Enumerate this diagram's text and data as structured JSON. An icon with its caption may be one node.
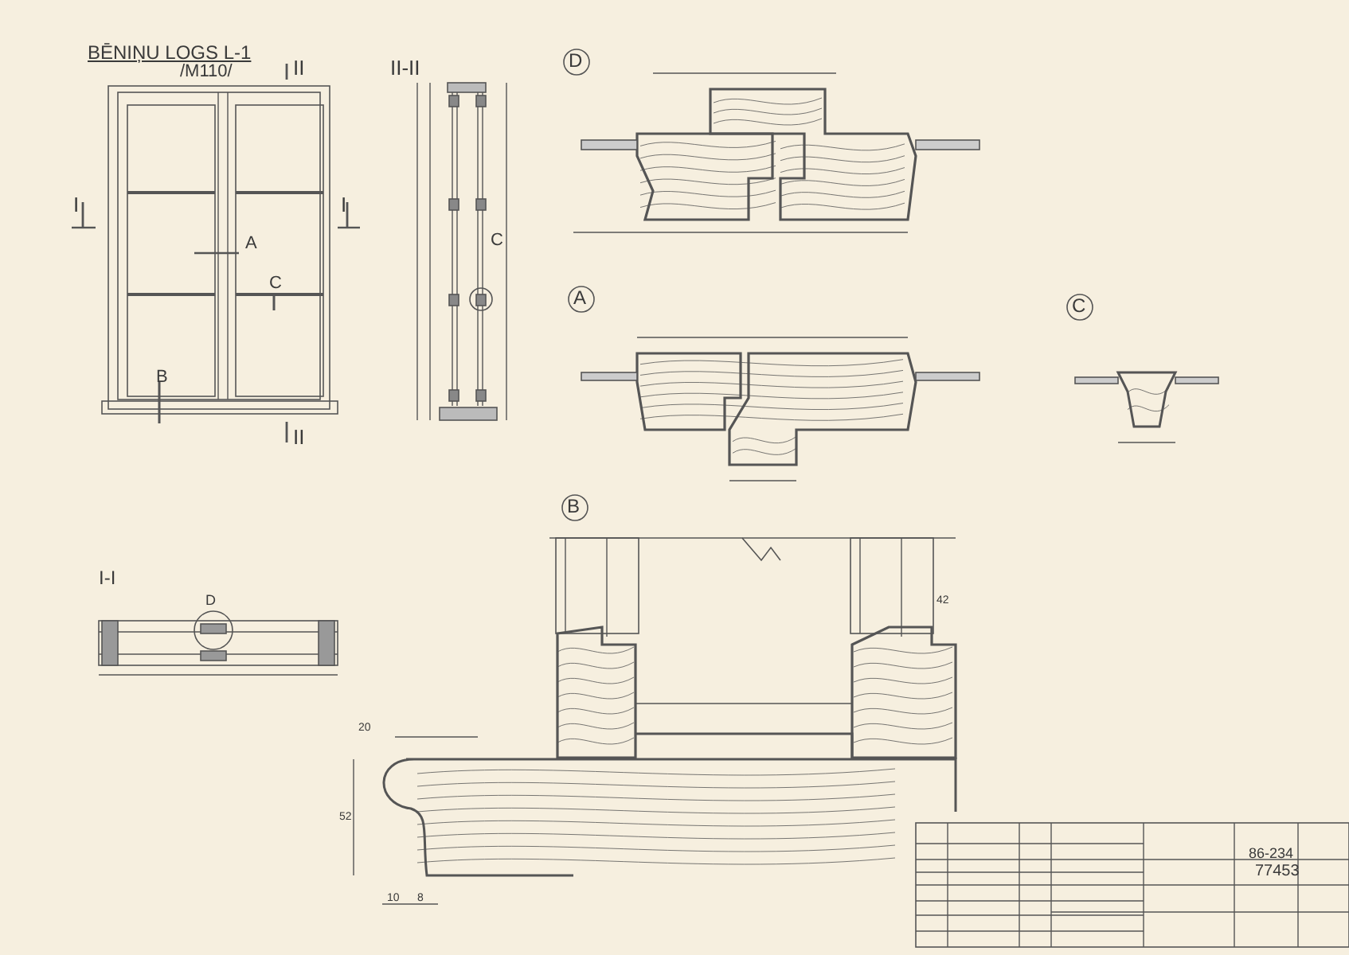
{
  "diagram": {
    "title": "BĒNIŅU LOGS L-1",
    "labels": [
      "/M110/",
      "II",
      "II-II",
      "D",
      "I",
      "I",
      "A",
      "C",
      "C",
      "B",
      "II",
      "A",
      "C",
      "B",
      "I-I",
      "D",
      "42",
      "20",
      "52",
      "10",
      "8",
      "86-234",
      "77453"
    ]
  }
}
